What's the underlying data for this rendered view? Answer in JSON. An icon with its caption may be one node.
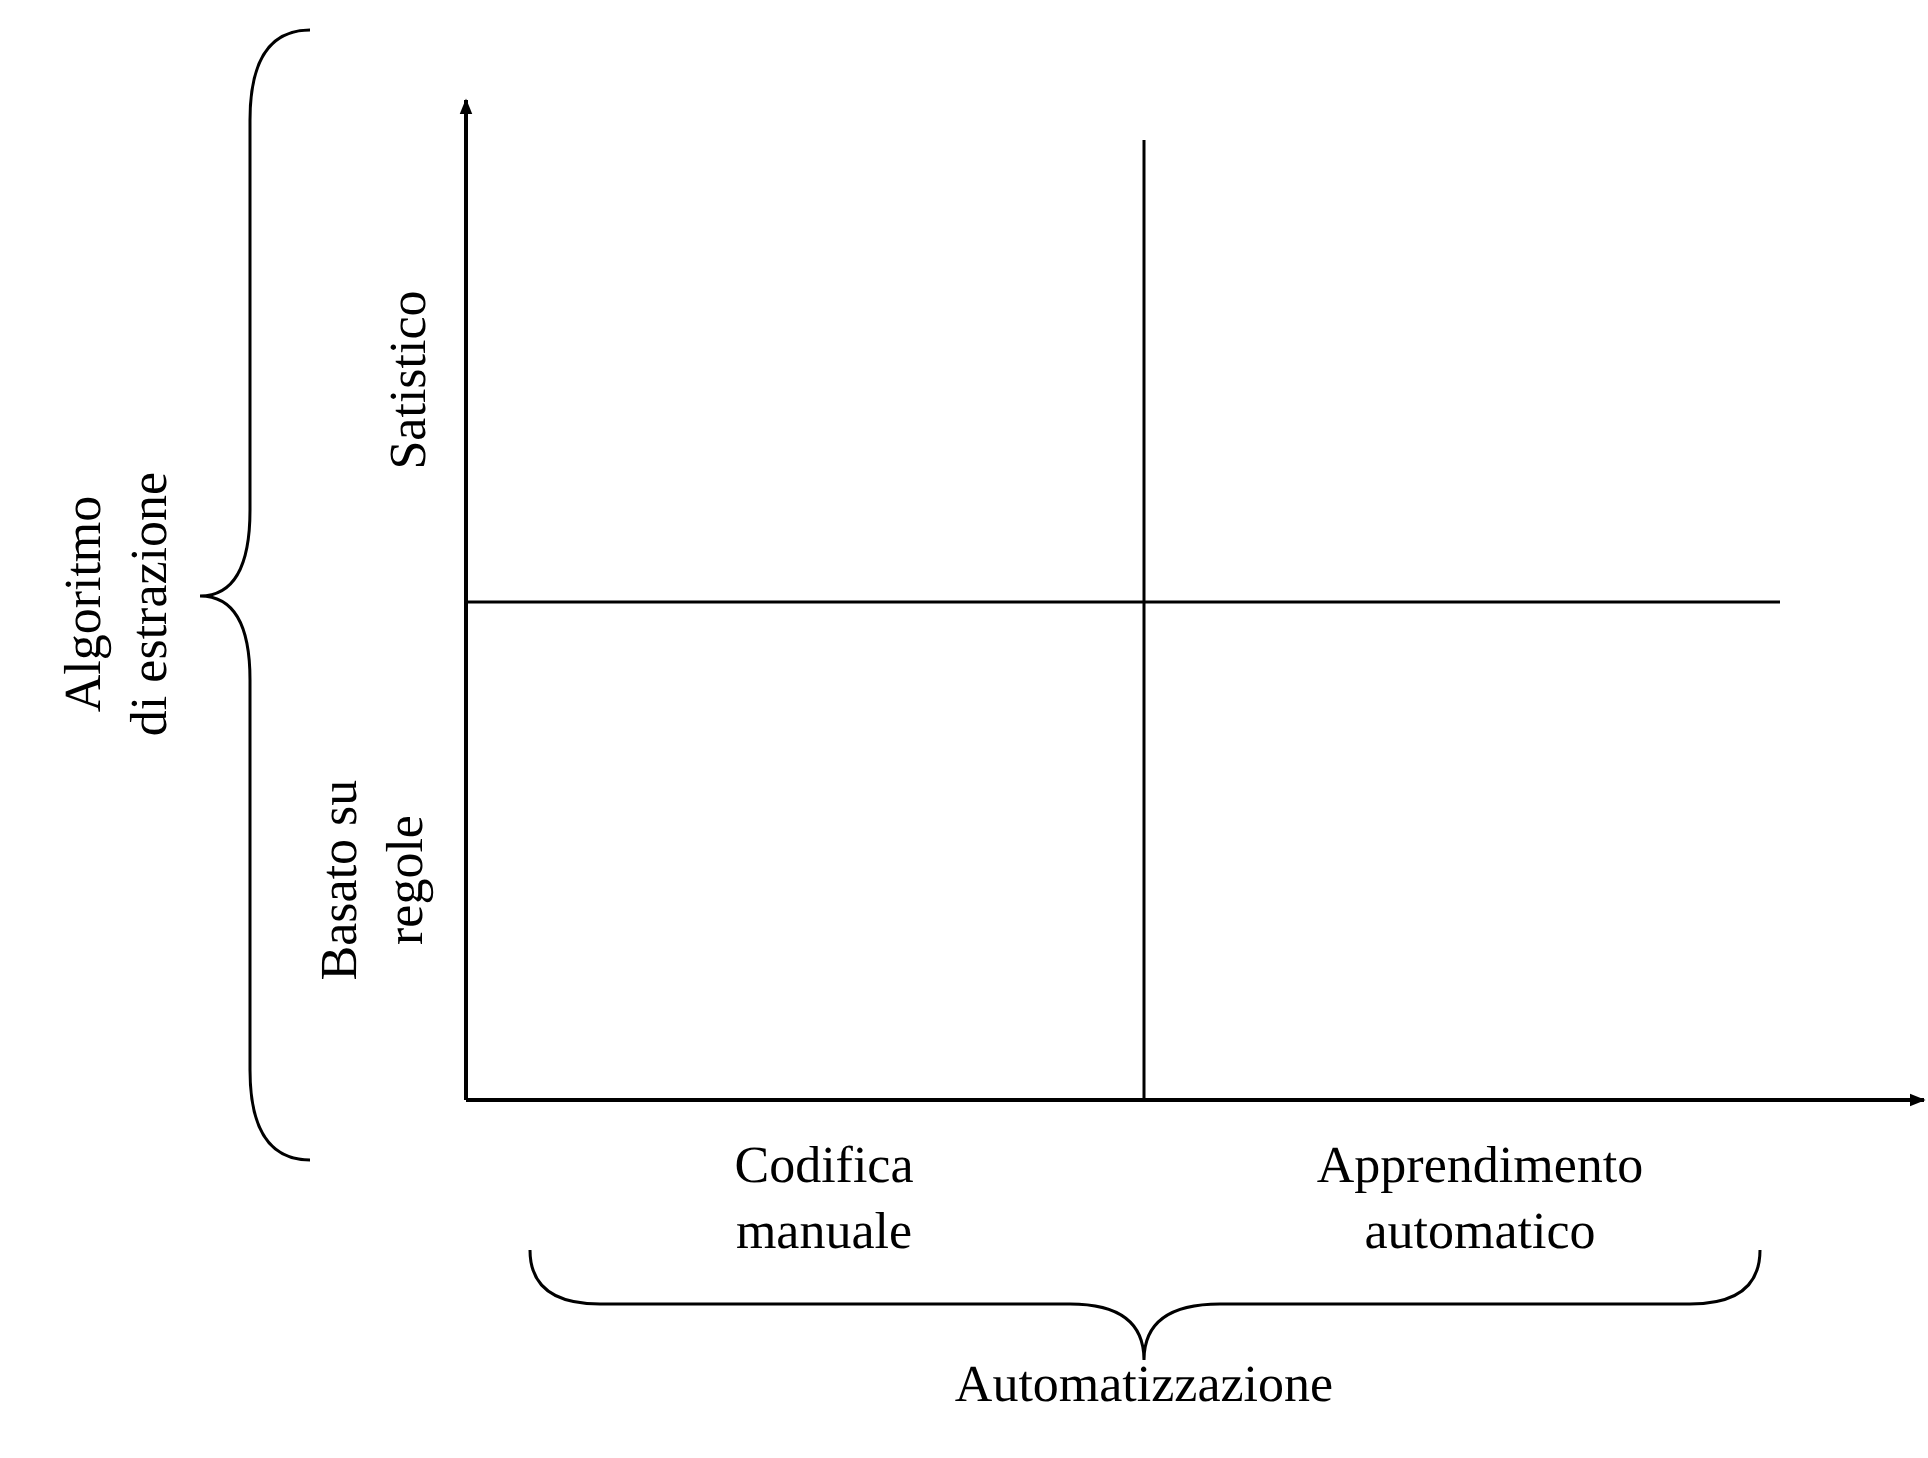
{
  "diagram": {
    "labels": [
      "Algoritmo di estrazione",
      "Satistico",
      "Basato su regole",
      "Codifica manuale",
      "Apprendimento automatico",
      "Automatizzazione"
    ]
  }
}
